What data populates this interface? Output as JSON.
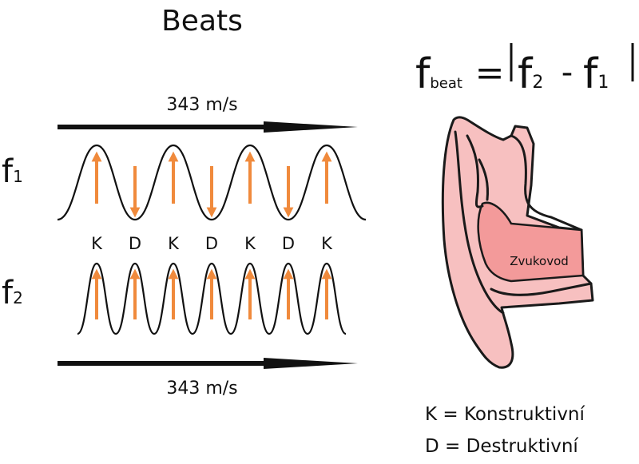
{
  "title": "Beats",
  "formula": {
    "lhs_base": "f",
    "lhs_sub": "beat",
    "equals": "=",
    "term1_base": "f",
    "term1_sub": "2",
    "minus": "-",
    "term2_base": "f",
    "term2_sub": "1"
  },
  "speed_top": "343 m/s",
  "speed_bottom": "343 m/s",
  "wave1": {
    "base": "f",
    "sub": "1"
  },
  "wave2": {
    "base": "f",
    "sub": "2"
  },
  "interference_labels": [
    "K",
    "D",
    "K",
    "D",
    "K",
    "D",
    "K"
  ],
  "ear_label": "Zvukovod",
  "legend": {
    "k_line": "K = Konstruktivní",
    "d_line": "D = Destruktivní"
  },
  "colors": {
    "arrow": "#f08a3c",
    "ear_skin": "#f7c0c0",
    "ear_canal": "#f39a9a",
    "ink": "#111111"
  }
}
